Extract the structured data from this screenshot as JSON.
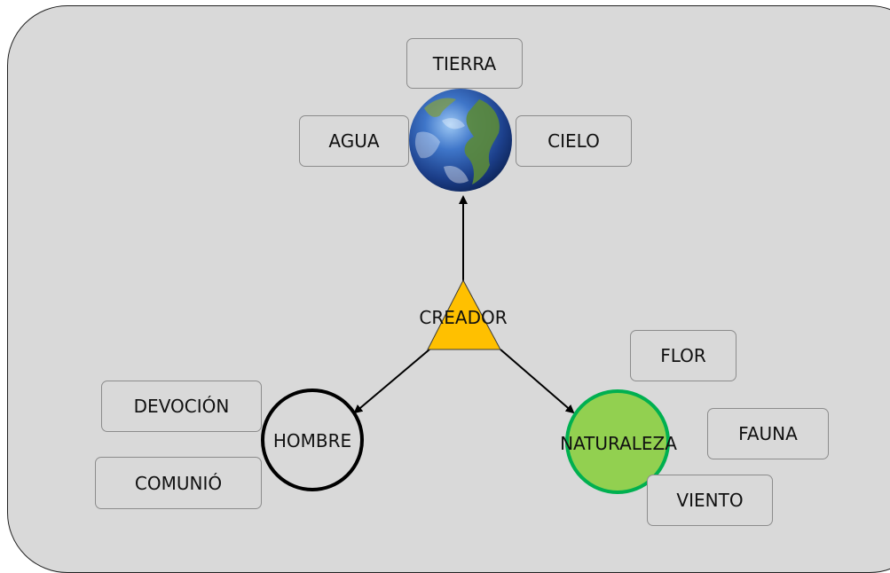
{
  "diagram": {
    "center": {
      "label": "CREADOR"
    },
    "earth": {
      "boxes": [
        "TIERRA",
        "AGUA",
        "CIELO"
      ]
    },
    "hombre": {
      "label": "HOMBRE",
      "boxes": [
        "DEVOCIÓN",
        "COMUNIÓ"
      ]
    },
    "naturaleza": {
      "label": "NATURALEZA",
      "boxes": [
        "FLOR",
        "FAUNA",
        "VIENTO"
      ]
    }
  },
  "colors": {
    "background": "#d9d9d9",
    "triangle": "#ffc000",
    "naturaleza_fill": "#92d050",
    "naturaleza_stroke": "#00b050",
    "hombre_stroke": "#000000"
  }
}
